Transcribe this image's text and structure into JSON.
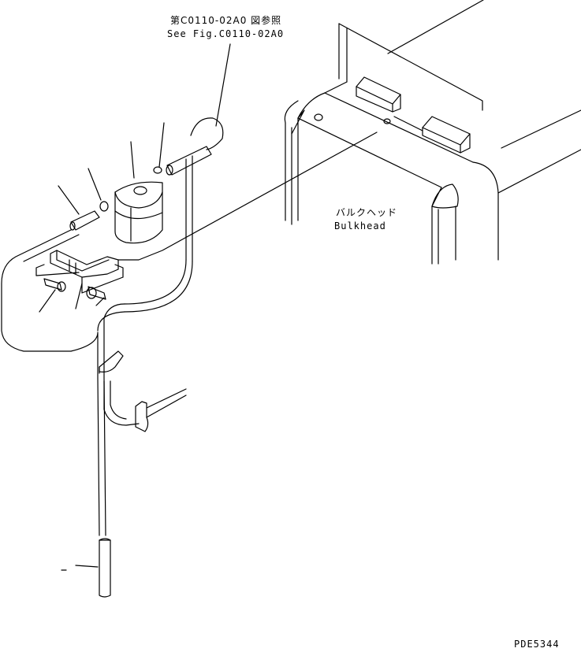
{
  "labels": {
    "ref_jp": "第C0110-02A0 図参照",
    "ref_en": "See Fig.C0110-02A0",
    "bulkhead_jp": "バルクヘッド",
    "bulkhead_en": "Bulkhead",
    "drawing_code": "PDE5344"
  }
}
